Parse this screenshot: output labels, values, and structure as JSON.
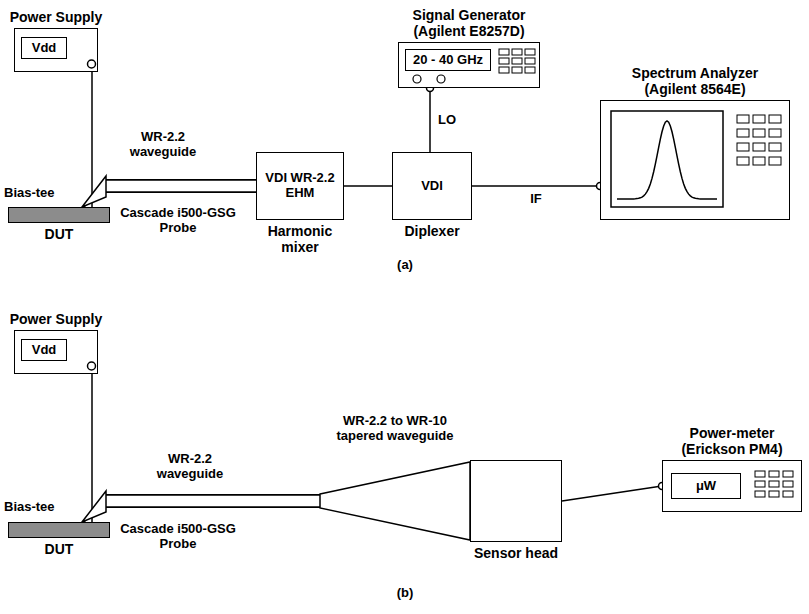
{
  "diagram": {
    "nodes": [
      {
        "text": [
          "Power Supply",
          "Vdd"
        ]
      },
      {
        "text": [
          "DUT"
        ]
      },
      {
        "text": [
          "VDI WR-2.2 EHM",
          "Harmonic mixer"
        ]
      },
      {
        "text": [
          "VDI",
          "Diplexer"
        ]
      },
      {
        "text": [
          "Signal Generator (Agilent E8257D)",
          "20 - 40 GHz"
        ]
      },
      {
        "text": [
          "Spectrum Analyzer (Agilent 8564E)"
        ]
      },
      {
        "text": [
          "Power Supply",
          "Vdd"
        ]
      },
      {
        "text": [
          "DUT"
        ]
      },
      {
        "text": [
          "Sensor head"
        ]
      },
      {
        "text": [
          "Power-meter (Erickson PM4)",
          "μW"
        ]
      }
    ],
    "edges": [
      {
        "from": 0,
        "to": 1,
        "arrow": "none"
      },
      {
        "from": 1,
        "to": 2,
        "arrow": "none"
      },
      {
        "from": 2,
        "to": 3,
        "arrow": "none"
      },
      {
        "from": 4,
        "to": 3,
        "label": "LO",
        "arrow": "none"
      },
      {
        "from": 3,
        "to": 5,
        "label": "IF",
        "arrow": "none"
      },
      {
        "from": 6,
        "to": 7,
        "arrow": "none"
      },
      {
        "from": 7,
        "to": 8,
        "arrow": "none"
      },
      {
        "from": 8,
        "to": 9,
        "arrow": "none"
      }
    ],
    "labels": [
      "WR-2.2 waveguide",
      "Bias-tee",
      "Cascade i500-GSG Probe",
      "(a)",
      "WR-2.2 waveguide",
      "WR-2.2 to WR-10 tapered waveguide",
      "Bias-tee",
      "Cascade i500-GSG Probe",
      "(b)"
    ]
  }
}
